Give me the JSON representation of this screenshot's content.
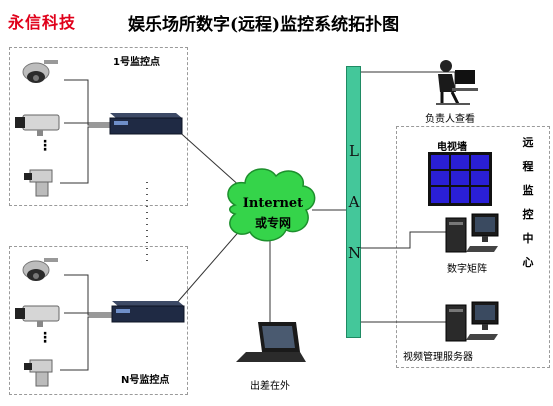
{
  "brand": "永信科技",
  "title": "娱乐场所数字(远程)监控系统拓扑图",
  "camera_group_1": {
    "label": "1号监控点",
    "dots": "⋮"
  },
  "camera_group_n": {
    "label": "N号监控点",
    "dots": "⋮"
  },
  "between_dots": "⋮",
  "cloud": {
    "line1": "Internet",
    "line2": "或专网"
  },
  "lan": [
    "L",
    "A",
    "N"
  ],
  "supervisor": "负责人查看",
  "remote_center": [
    "远",
    "程",
    "监",
    "控",
    "中",
    "心"
  ],
  "tv_wall": "电视墙",
  "digital_matrix": "数字矩阵",
  "video_server": "视频管理服务器",
  "laptop": "出差在外",
  "colors": {
    "brand": "#e0001a",
    "lan_bar": "#44c79a",
    "cloud": "#35d44a",
    "tv_screen": "#2a1fd6"
  }
}
